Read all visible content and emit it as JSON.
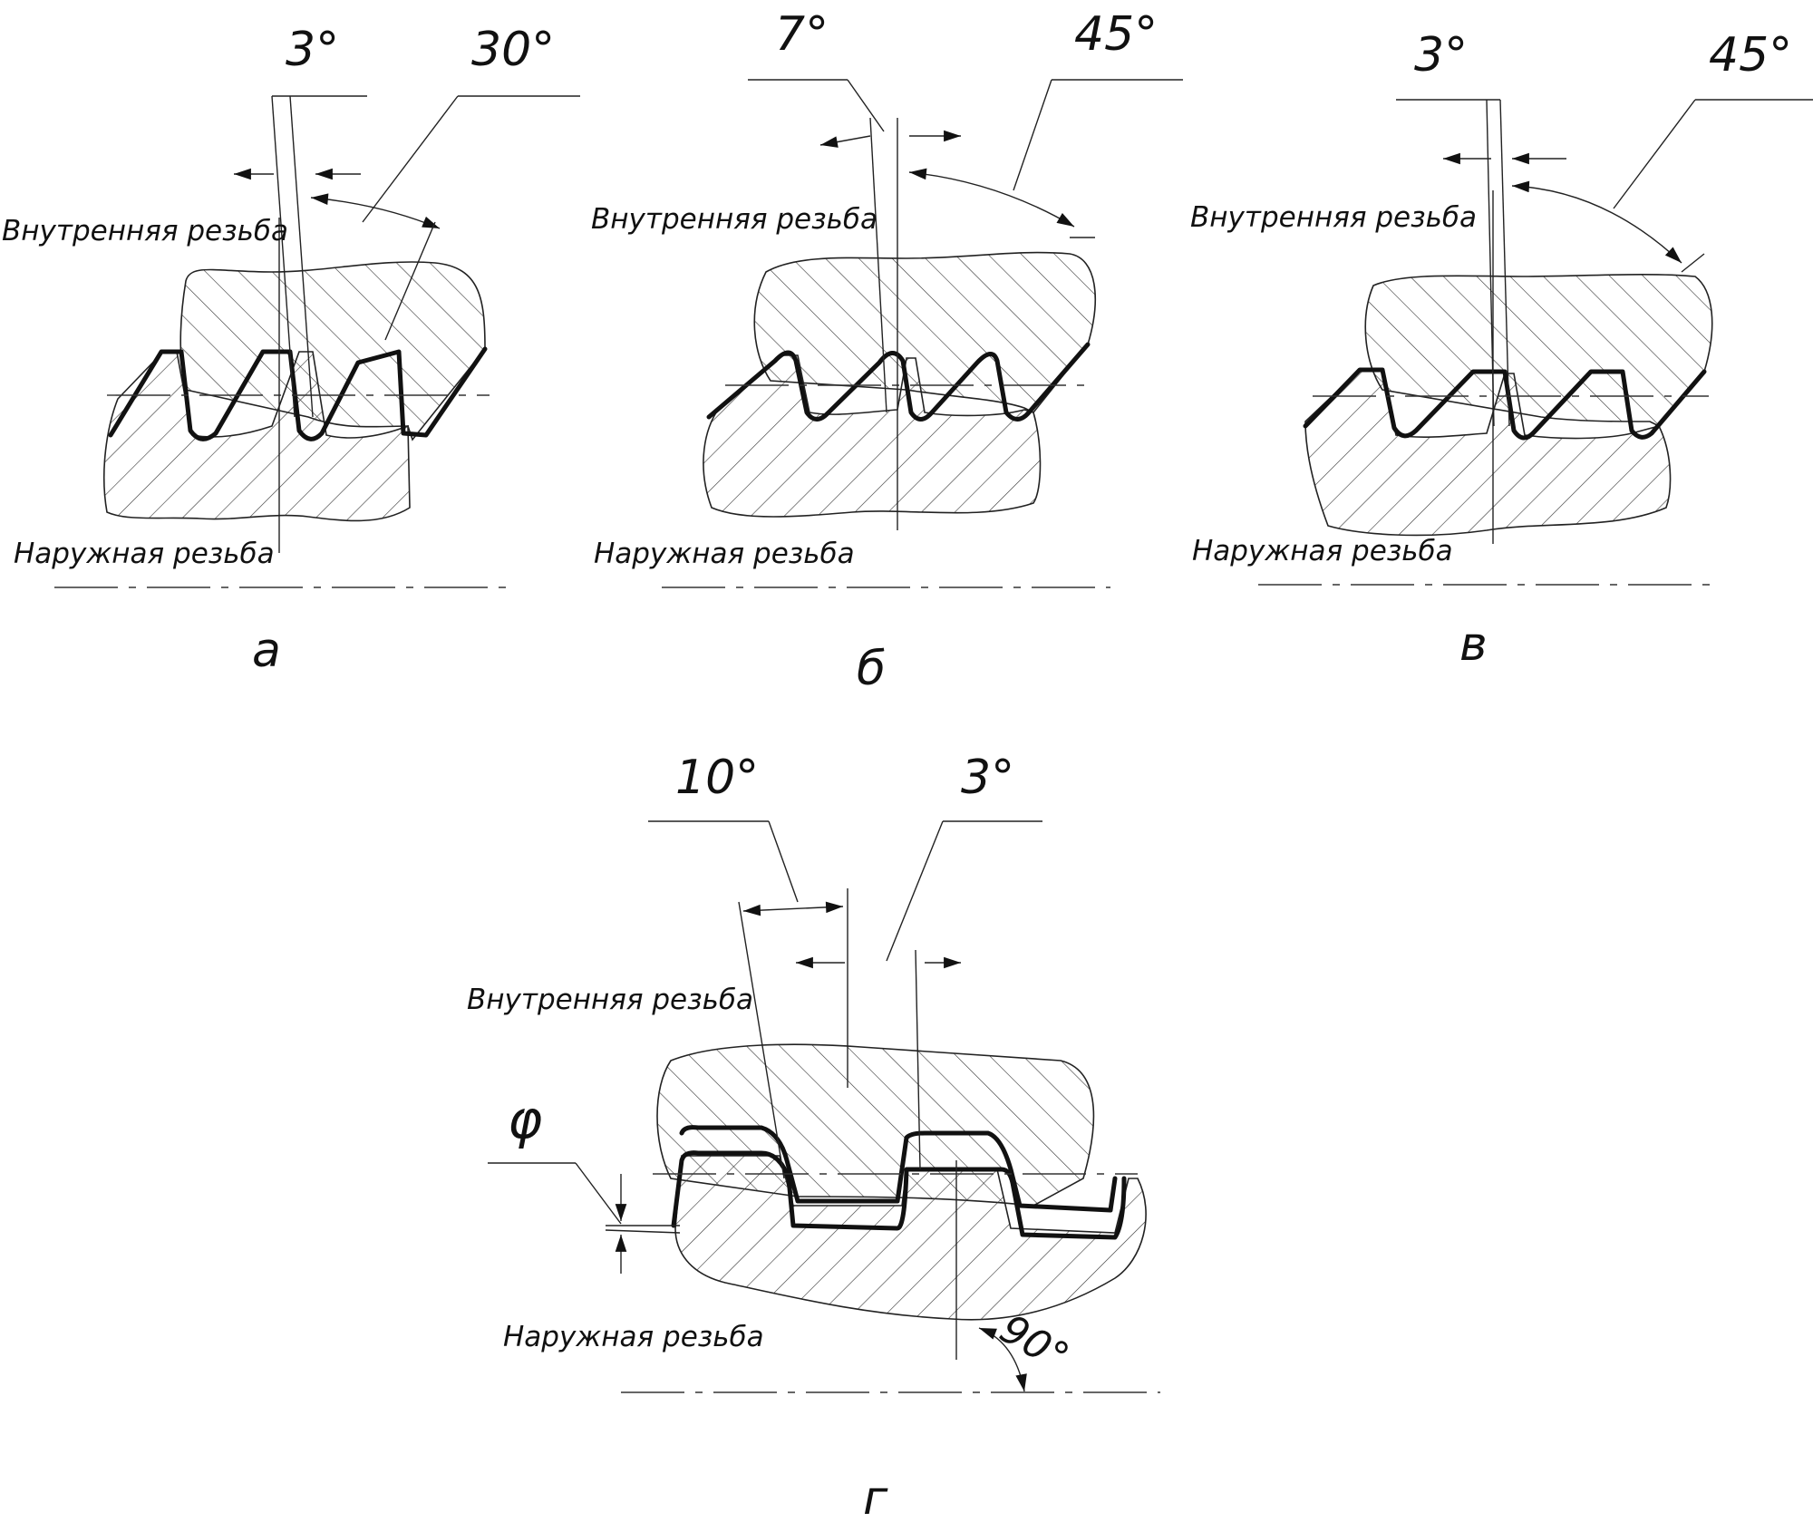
{
  "panels": [
    {
      "letter": "а",
      "angle_left": "3°",
      "angle_right": "30°",
      "inner_label": "Внутренняя резьба",
      "outer_label": "Наружная резьба"
    },
    {
      "letter": "б",
      "angle_left": "7°",
      "angle_right": "45°",
      "inner_label": "Внутренняя резьба",
      "outer_label": "Наружная резьба"
    },
    {
      "letter": "в",
      "angle_left": "3°",
      "angle_right": "45°",
      "inner_label": "Внутренняя резьба",
      "outer_label": "Наружная резьба"
    },
    {
      "letter": "г",
      "angle_left": "10°",
      "angle_right": "3°",
      "angle_bottom": "90°",
      "gap_symbol": "φ",
      "inner_label": "Внутренняя резьба",
      "outer_label": "Наружная резьба"
    }
  ],
  "colors": {
    "line": "#222222",
    "background": "#ffffff"
  }
}
